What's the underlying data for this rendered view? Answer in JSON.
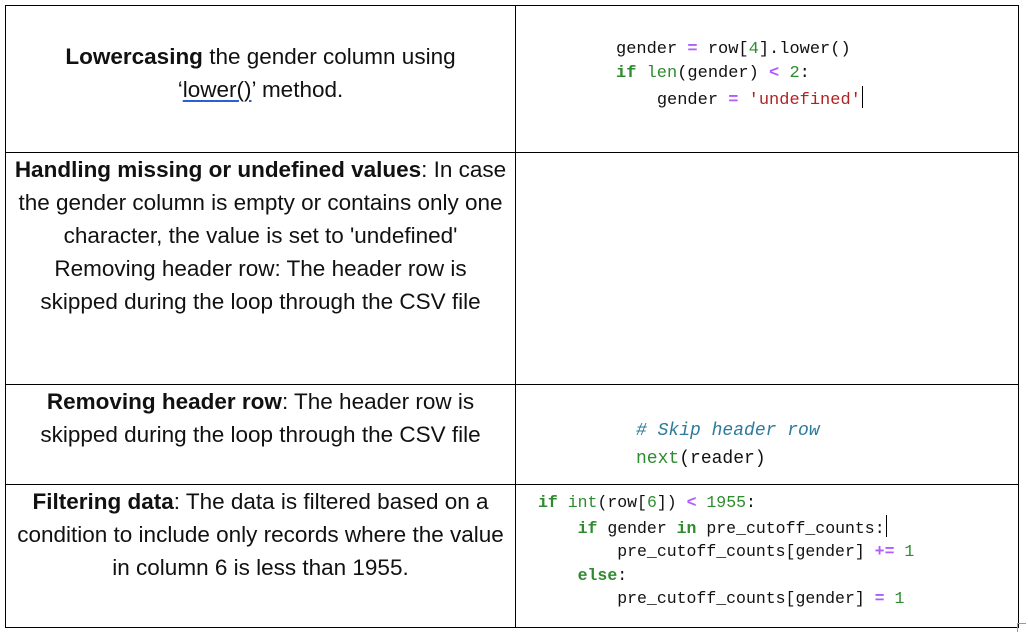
{
  "rows": [
    {
      "desc_bold": "Lowercasing",
      "desc_text1": " the gender column using ",
      "desc_open_quote": "‘",
      "desc_link": "lower()",
      "desc_close_quote": "’",
      "desc_text2": " method.",
      "code": {
        "l1_var": "gender",
        "l1_eq": "=",
        "l1_rest": "row[",
        "l1_idx": "4",
        "l1_end": "].lower()",
        "l2_kw": "if",
        "l2_fn": "len",
        "l2_arg": "(gender)",
        "l2_op": "<",
        "l2_num": "2",
        "l2_colon": ":",
        "l3_var": "gender",
        "l3_eq": "=",
        "l3_str": "'undefined'"
      }
    },
    {
      "para1_bold": "Handling missing or undefined values",
      "para1_text": ": In case the gender column is empty or contains only one character, the value is set to 'undefined'",
      "para2_text": "Removing header row: The header row is skipped during the loop through the CSV file"
    },
    {
      "desc_bold": "Removing header row",
      "desc_text": ": The header row is skipped during the loop through the CSV file",
      "code": {
        "comment": "# Skip header row",
        "next_fn": "next",
        "next_arg": "(reader)"
      }
    },
    {
      "desc_bold": "Filtering data",
      "desc_text": ": The data is filtered based on a condition to include only records where the value in column 6 is less than 1955.",
      "code": {
        "l1_kw": "if",
        "l1_fn": "int",
        "l1_a": "(row[",
        "l1_idx": "6",
        "l1_b": "])",
        "l1_op": "<",
        "l1_num": "1955",
        "l1_colon": ":",
        "l2_kw": "if",
        "l2_var": "gender",
        "l2_in": "in",
        "l2_rest": "pre_cutoff_counts:",
        "l3_rest": "pre_cutoff_counts[gender]",
        "l3_op": "+=",
        "l3_num": "1",
        "l4_kw": "else",
        "l4_colon": ":",
        "l5_rest": "pre_cutoff_counts[gender]",
        "l5_op": "=",
        "l5_num": "1"
      }
    }
  ]
}
